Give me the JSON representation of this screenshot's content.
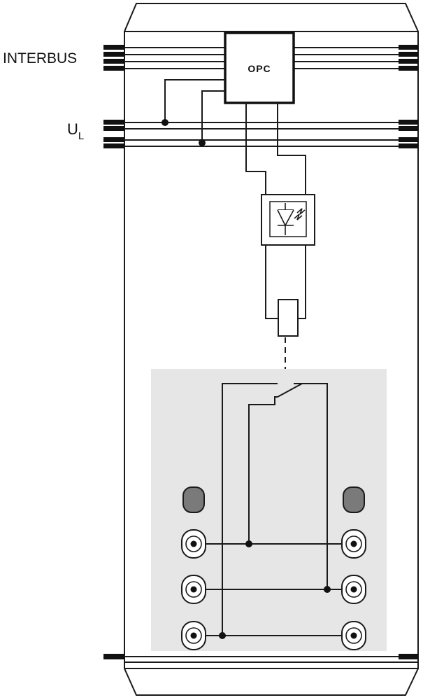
{
  "labels": {
    "interbus": "INTERBUS",
    "ul_main": "U",
    "ul_sub": "L",
    "opc": "OPC"
  },
  "colors": {
    "line": "#1a1a1a",
    "relay_area": "#e6e6e6",
    "screw_head": "#7a7a7a"
  },
  "icons": {
    "optocoupler": "photo-diode-icon",
    "relay_coil": "relay-coil-icon",
    "switch_contact": "changeover-contact-icon"
  }
}
